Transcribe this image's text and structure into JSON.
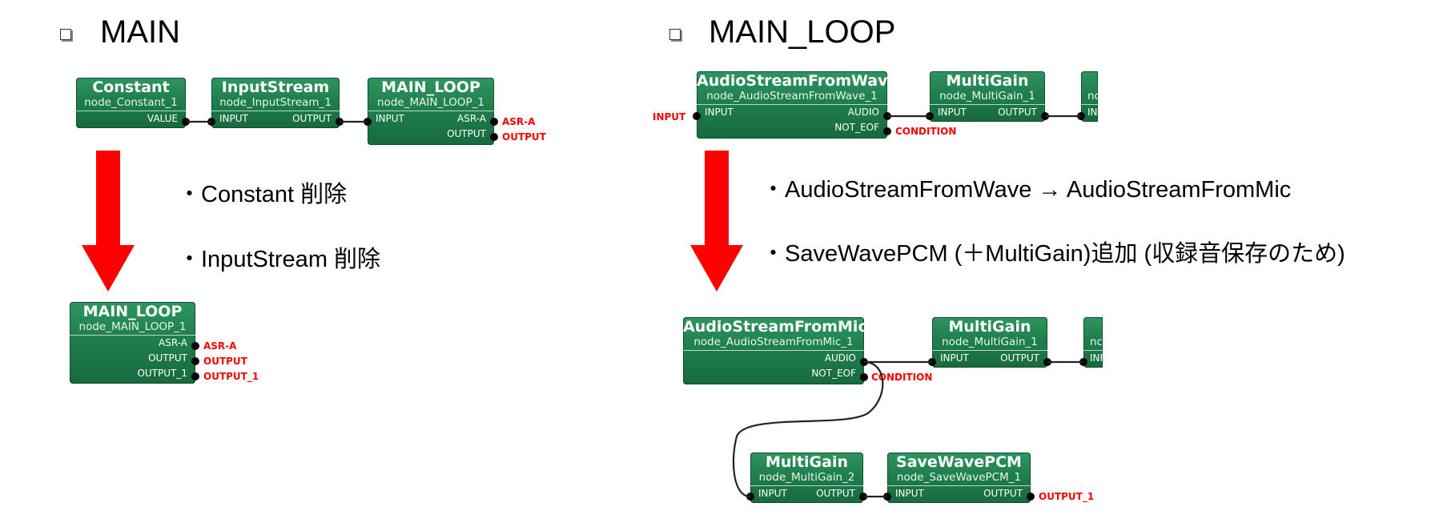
{
  "left": {
    "heading": "MAIN",
    "notes": [
      "・Constant 削除",
      "・InputStream 削除"
    ],
    "top_nodes": [
      {
        "title": "Constant",
        "subtitle": "node_Constant_1",
        "inputs": [],
        "outputs": [
          "VALUE"
        ]
      },
      {
        "title": "InputStream",
        "subtitle": "node_InputStream_1",
        "inputs": [
          "INPUT"
        ],
        "outputs": [
          "OUTPUT"
        ]
      },
      {
        "title": "MAIN_LOOP",
        "subtitle": "node_MAIN_LOOP_1",
        "inputs": [
          "INPUT"
        ],
        "outputs": [
          "ASR-A",
          "OUTPUT"
        ]
      }
    ],
    "top_external_outputs": [
      "ASR-A",
      "OUTPUT"
    ],
    "bottom_node": {
      "title": "MAIN_LOOP",
      "subtitle": "node_MAIN_LOOP_1",
      "outputs": [
        "ASR-A",
        "OUTPUT",
        "OUTPUT_1"
      ]
    },
    "bottom_external_outputs": [
      "ASR-A",
      "OUTPUT",
      "OUTPUT_1"
    ]
  },
  "right": {
    "heading": "MAIN_LOOP",
    "notes": [
      "・AudioStreamFromWave → AudioStreamFromMic",
      "・SaveWavePCM (＋MultiGain)追加 (収録音保存のため)"
    ],
    "top_nodes": [
      {
        "title": "AudioStreamFromWave",
        "subtitle": "node_AudioStreamFromWave_1",
        "inputs": [
          "INPUT"
        ],
        "outputs": [
          "AUDIO",
          "NOT_EOF"
        ]
      },
      {
        "title": "MultiGain",
        "subtitle": "node_MultiGain_1",
        "inputs": [
          "INPUT"
        ],
        "outputs": [
          "OUTPUT"
        ]
      },
      {
        "title": "",
        "subtitle": "nc",
        "inputs": [
          "IN"
        ],
        "outputs": []
      }
    ],
    "top_external_input": "INPUT",
    "top_external_output": "CONDITION",
    "bottom_nodes": [
      {
        "title": "AudioStreamFromMic",
        "subtitle": "node_AudioStreamFromMic_1",
        "inputs": [],
        "outputs": [
          "AUDIO",
          "NOT_EOF"
        ]
      },
      {
        "title": "MultiGain",
        "subtitle": "node_MultiGain_1",
        "inputs": [
          "INPUT"
        ],
        "outputs": [
          "OUTPUT"
        ]
      },
      {
        "title": "",
        "subtitle": "nc",
        "inputs": [
          "INF"
        ],
        "outputs": []
      },
      {
        "title": "MultiGain",
        "subtitle": "node_MultiGain_2",
        "inputs": [
          "INPUT"
        ],
        "outputs": [
          "OUTPUT"
        ]
      },
      {
        "title": "SaveWavePCM",
        "subtitle": "node_SaveWavePCM_1",
        "inputs": [
          "INPUT"
        ],
        "outputs": [
          "OUTPUT"
        ]
      }
    ],
    "bottom_external_outputs": [
      "CONDITION",
      "OUTPUT_1"
    ]
  },
  "colors": {
    "node_green": "#1f7f4c",
    "arrow_red": "#ff0000",
    "external_label_red": "#ff0000"
  }
}
